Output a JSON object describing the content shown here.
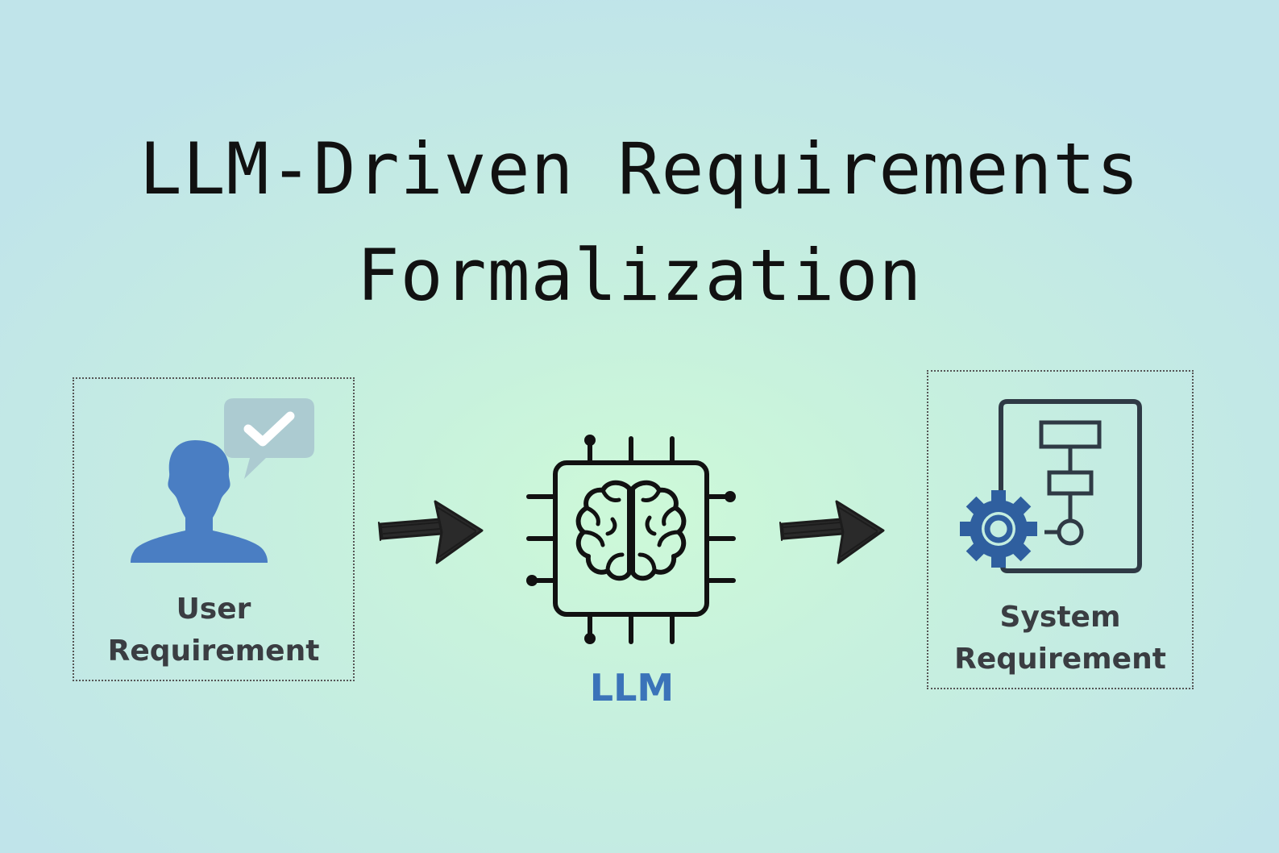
{
  "title": {
    "line1": "LLM-Driven Requirements",
    "line2": "Formalization"
  },
  "nodes": [
    {
      "id": "user",
      "label_line1": "User",
      "label_line2": "Requirement",
      "icon": "user-with-check-speech-bubble-icon"
    },
    {
      "id": "llm",
      "label": "LLM",
      "icon": "brain-chip-icon"
    },
    {
      "id": "system",
      "label_line1": "System",
      "label_line2": "Requirement",
      "icon": "gear-flowchart-document-icon"
    }
  ],
  "edges": [
    {
      "from": "user",
      "to": "llm",
      "icon": "sketched-arrow-right-icon"
    },
    {
      "from": "llm",
      "to": "system",
      "icon": "sketched-arrow-right-icon"
    }
  ],
  "colors": {
    "person": "#4a7ec3",
    "bubble": "#a8c7cf",
    "gear": "#2f5f9f",
    "llm_label": "#3b73b9",
    "text": "#111111",
    "label_text": "#3a3d42"
  }
}
